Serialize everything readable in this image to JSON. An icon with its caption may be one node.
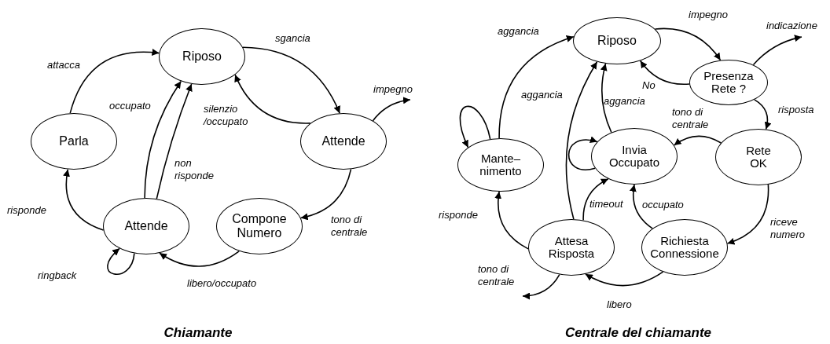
{
  "diagram": {
    "nodes": [
      {
        "text": [
          "Riposo"
        ]
      },
      {
        "text": [
          "Parla"
        ]
      },
      {
        "text": [
          "Attende"
        ]
      },
      {
        "text": [
          "Attende"
        ]
      },
      {
        "text": [
          "Compone Numero"
        ]
      },
      {
        "text": [
          "Riposo"
        ]
      },
      {
        "text": [
          "Presenza Rete ?"
        ]
      },
      {
        "text": [
          "Mante– nimento"
        ]
      },
      {
        "text": [
          "Invia Occupato"
        ]
      },
      {
        "text": [
          "Rete OK"
        ]
      },
      {
        "text": [
          "Attesa Risposta"
        ]
      },
      {
        "text": [
          "Richiesta Connessione"
        ]
      }
    ],
    "edges": [
      {
        "from": 1,
        "to": 0,
        "arrow": "to",
        "label": "attacca"
      },
      {
        "from": 0,
        "to": 2,
        "arrow": "to",
        "label": "sgancia"
      },
      {
        "from": 2,
        "to": null,
        "arrow": "to",
        "label": "impegno"
      },
      {
        "from": 2,
        "to": 0,
        "arrow": "to",
        "label": "silenzio /occupato"
      },
      {
        "from": 3,
        "to": 0,
        "arrow": "to",
        "label": "occupato"
      },
      {
        "from": 3,
        "to": 0,
        "arrow": "to",
        "label": "non risponde"
      },
      {
        "from": 2,
        "to": 4,
        "arrow": "to",
        "label": "tono di centrale"
      },
      {
        "from": 4,
        "to": 3,
        "arrow": "to",
        "label": "libero/occupato"
      },
      {
        "from": 3,
        "to": 1,
        "arrow": "to",
        "label": "risponde"
      },
      {
        "from": 3,
        "to": 3,
        "arrow": "to",
        "label": "ringback"
      },
      {
        "from": 5,
        "to": 6,
        "arrow": "to",
        "label": "impegno"
      },
      {
        "from": 6,
        "to": null,
        "arrow": "to",
        "label": "indicazione"
      },
      {
        "from": 6,
        "to": 5,
        "arrow": "to",
        "label": "No"
      },
      {
        "from": 6,
        "to": 9,
        "arrow": "to",
        "label": "risposta"
      },
      {
        "from": 9,
        "to": 8,
        "arrow": "to",
        "label": "tono di centrale"
      },
      {
        "from": 9,
        "to": 11,
        "arrow": "to",
        "label": "riceve numero"
      },
      {
        "from": 11,
        "to": 8,
        "arrow": "to",
        "label": "occupato"
      },
      {
        "from": 11,
        "to": 10,
        "arrow": "to",
        "label": "libero"
      },
      {
        "from": 10,
        "to": 8,
        "arrow": "to",
        "label": "timeout"
      },
      {
        "from": 10,
        "to": 5,
        "arrow": "to",
        "label": "aggancia"
      },
      {
        "from": 8,
        "to": 5,
        "arrow": "to",
        "label": "aggancia"
      },
      {
        "from": 7,
        "to": 5,
        "arrow": "to",
        "label": "aggancia"
      },
      {
        "from": 7,
        "to": 7,
        "arrow": "to"
      },
      {
        "from": 8,
        "to": 8,
        "arrow": "to"
      },
      {
        "from": 10,
        "to": 7,
        "arrow": "to",
        "label": "risponde"
      },
      {
        "from": 10,
        "to": null,
        "arrow": "to",
        "label": "tono di centrale"
      }
    ],
    "labels": [
      "Chiamante",
      "Centrale del chiamante"
    ]
  }
}
